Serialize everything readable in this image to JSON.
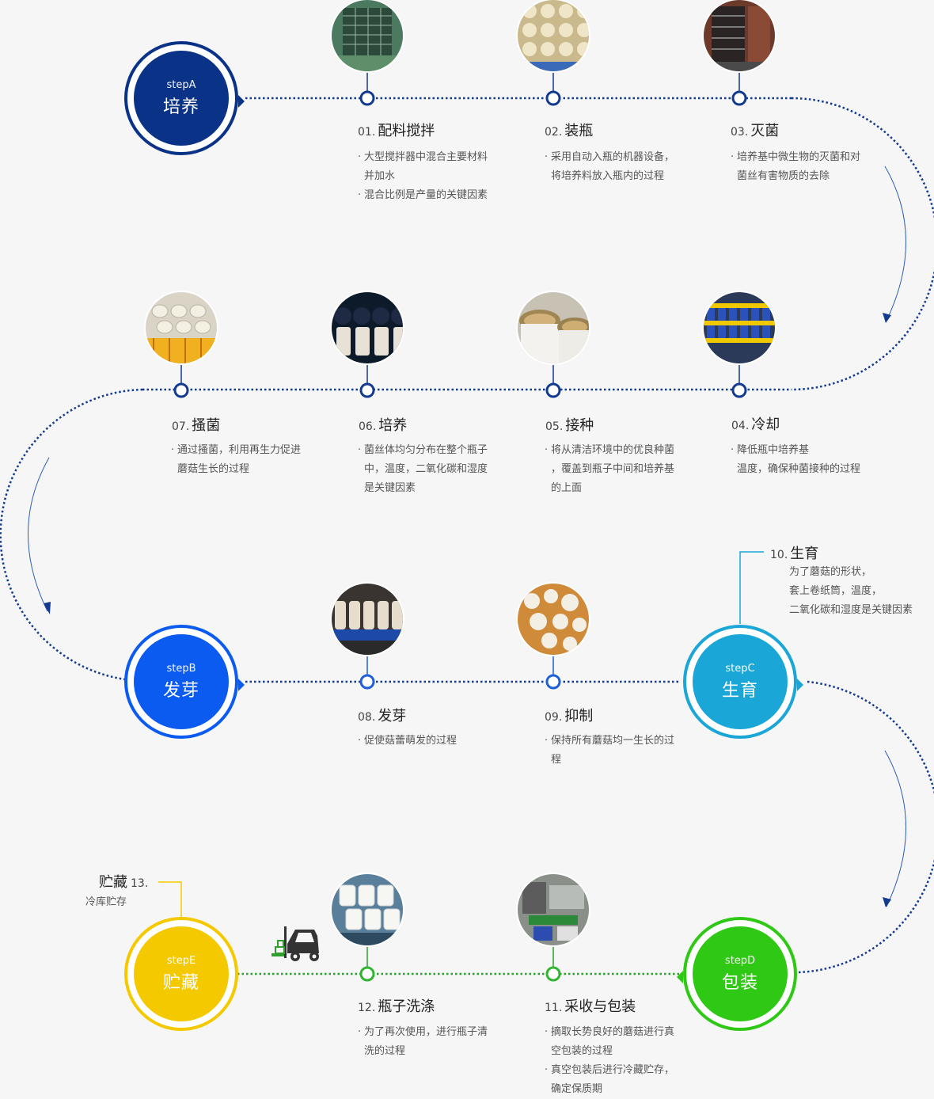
{
  "colors": {
    "stepA": "#0a3388",
    "stepB": "#0b5bf0",
    "stepC": "#1aa6d6",
    "stepD": "#2fc814",
    "stepE": "#f5c900",
    "path_blue": "#123a8f",
    "path_green": "#2e9e2e"
  },
  "stages": {
    "a": {
      "label": "stepA",
      "name": "培养"
    },
    "b": {
      "label": "stepB",
      "name": "发芽"
    },
    "c": {
      "label": "stepC",
      "name": "生育"
    },
    "d": {
      "label": "stepD",
      "name": "包装"
    },
    "e": {
      "label": "stepE",
      "name": "贮藏"
    }
  },
  "steps": {
    "s01": {
      "num": "01.",
      "title": "配料搅拌",
      "lines": [
        "大型搅拌器中混合主要材料",
        "并加水",
        "混合比例是产量的关键因素"
      ]
    },
    "s02": {
      "num": "02.",
      "title": "装瓶",
      "lines": [
        "采用自动入瓶的机器设备，",
        "将培养料放入瓶内的过程"
      ]
    },
    "s03": {
      "num": "03.",
      "title": "灭菌",
      "lines": [
        "培养基中微生物的灭菌和对",
        "菌丝有害物质的去除"
      ]
    },
    "s04": {
      "num": "04.",
      "title": "冷却",
      "lines": [
        "降低瓶中培养基",
        "温度，确保种菌接种的过程"
      ]
    },
    "s05": {
      "num": "05.",
      "title": "接种",
      "lines": [
        "将从清洁环境中的优良种菌",
        "，覆盖到瓶子中间和培养基",
        "的上面"
      ]
    },
    "s06": {
      "num": "06.",
      "title": "培养",
      "lines": [
        "菌丝体均匀分布在整个瓶子",
        "中，温度，二氧化碳和湿度",
        "是关键因素"
      ]
    },
    "s07": {
      "num": "07.",
      "title": "搔菌",
      "lines": [
        "通过搔菌，利用再生力促进",
        "蘑菇生长的过程"
      ]
    },
    "s08": {
      "num": "08.",
      "title": "发芽",
      "lines": [
        "促使菇蕾萌发的过程"
      ]
    },
    "s09": {
      "num": "09.",
      "title": "抑制",
      "lines": [
        "保持所有蘑菇均一生长的过",
        "程"
      ]
    },
    "s10": {
      "num": "10.",
      "title": "生育",
      "lines": [
        "为了蘑菇的形状，",
        "套上卷纸筒，温度，",
        "二氧化碳和湿度是关键因素"
      ]
    },
    "s11": {
      "num": "11.",
      "title": "采收与包装",
      "lines": [
        "摘取长势良好的蘑菇进行真",
        "空包装的过程",
        "真空包装后进行冷藏贮存，",
        "确定保质期"
      ]
    },
    "s12": {
      "num": "12.",
      "title": "瓶子洗涤",
      "lines": [
        "为了再次使用，进行瓶子清",
        "洗的过程"
      ]
    },
    "s13": {
      "num": "13.",
      "title": "贮藏",
      "desc": "冷库贮存"
    }
  },
  "icons": {
    "forklift": "forklift-icon",
    "arrow": "arrowhead-icon"
  }
}
